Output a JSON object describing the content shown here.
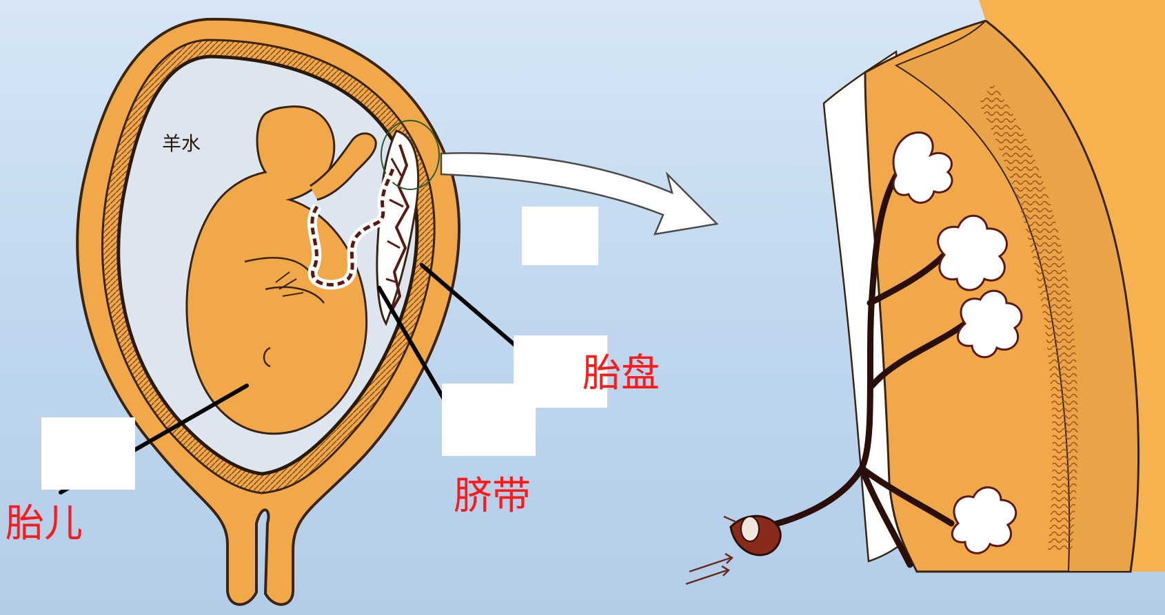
{
  "labels": {
    "amniotic_fluid": "羊水",
    "fetus": "胎儿",
    "umbilical_cord": "脐带",
    "placenta": "胎盘"
  },
  "colors": {
    "tissue": "#f0a848",
    "tissue_dark": "#d98a2a",
    "fluid": "#dde6ef",
    "outline": "#3a2410",
    "vessel": "#5a1a12",
    "leader_line": "#000000",
    "label_red": "#ff1a1a"
  }
}
